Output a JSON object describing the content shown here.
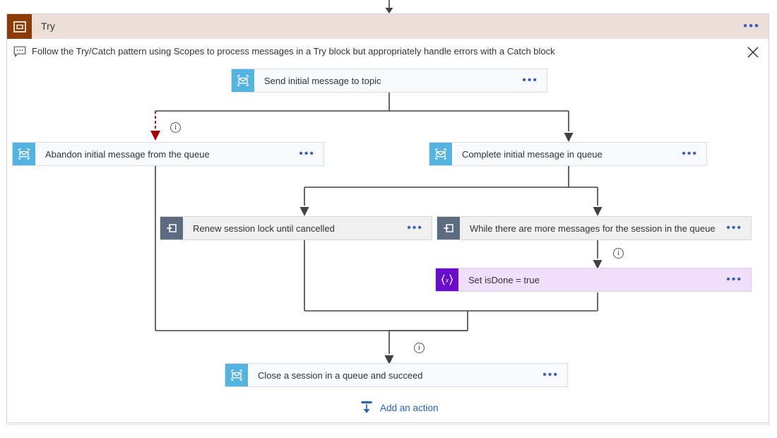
{
  "scope": {
    "title": "Try",
    "icon": "scope-icon",
    "header_bg": "#ecdfd7",
    "icon_bg": "#8a3b06",
    "menu_label": "•••",
    "description": "Follow the Try/Catch pattern using Scopes to process messages in a Try block but appropriately handle errors with a Catch block",
    "comment_icon": "comment-icon",
    "close_icon": "close-icon"
  },
  "colors": {
    "service_bus_icon": "#54b3e0",
    "loop_icon": "#5c6b80",
    "variable_icon": "#6a0dca",
    "node_bg": "#f8fafd",
    "gray_node_bg": "#f0f0f0",
    "purple_node_bg": "#efdffb",
    "connector": "#424242",
    "error_connector": "#a80000",
    "link_blue": "#2663b0",
    "ellipsis_blue": "#3b5fb5"
  },
  "nodes": [
    {
      "id": "send-initial-message-to-topic",
      "label": "Send initial message to topic",
      "icon": "service-bus-icon",
      "kind": "service-bus",
      "menu_label": "•••"
    },
    {
      "id": "abandon-initial-message-from-the-queue",
      "label": "Abandon initial message from the queue",
      "icon": "service-bus-icon",
      "kind": "service-bus",
      "menu_label": "•••"
    },
    {
      "id": "complete-initial-message-in-queue",
      "label": "Complete initial message in queue",
      "icon": "service-bus-icon",
      "kind": "service-bus",
      "menu_label": "•••"
    },
    {
      "id": "renew-session-lock-until-cancelled",
      "label": "Renew session lock until cancelled",
      "icon": "loop-icon",
      "kind": "until-loop",
      "menu_label": "•••"
    },
    {
      "id": "while-there-are-more-messages-for-the-session-in-the-queue",
      "label": "While there are more messages for the session in the queue",
      "icon": "loop-icon",
      "kind": "until-loop",
      "menu_label": "•••"
    },
    {
      "id": "set-isdone-true",
      "label": "Set isDone = true",
      "icon": "variable-icon",
      "kind": "variable",
      "menu_label": "•••"
    },
    {
      "id": "close-a-session-in-a-queue-and-succeed",
      "label": "Close a session in a queue and succeed",
      "icon": "service-bus-icon",
      "kind": "service-bus",
      "menu_label": "•••"
    }
  ],
  "info_markers": [
    {
      "id": "info-abandon",
      "glyph": "i"
    },
    {
      "id": "info-set-isdone",
      "glyph": "i"
    },
    {
      "id": "info-close-session",
      "glyph": "i"
    }
  ],
  "add_action": {
    "label": "Add an action",
    "icon": "add-action-icon"
  }
}
